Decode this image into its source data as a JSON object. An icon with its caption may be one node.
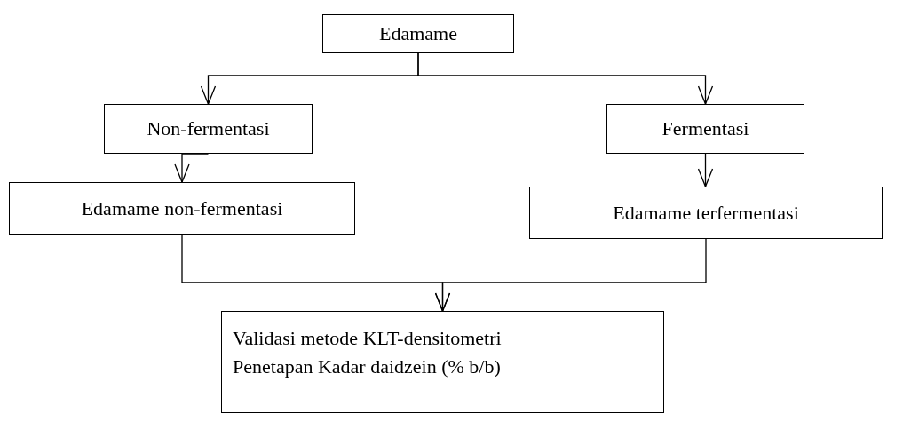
{
  "diagram": {
    "nodes": [
      {
        "text": [
          "Edamame"
        ]
      },
      {
        "text": [
          "Non-fermentasi"
        ]
      },
      {
        "text": [
          "Fermentasi"
        ]
      },
      {
        "text": [
          "Edamame non-fermentasi"
        ]
      },
      {
        "text": [
          "Edamame terfermentasi"
        ]
      },
      {
        "text": [
          "Validasi metode KLT-densitometri",
          "Penetapan Kadar daidzein (% b/b)"
        ]
      }
    ],
    "edges": [
      {
        "from": 0,
        "to": 1,
        "arrow": "to"
      },
      {
        "from": 0,
        "to": 2,
        "arrow": "to"
      },
      {
        "from": 1,
        "to": 3,
        "arrow": "to"
      },
      {
        "from": 2,
        "to": 4,
        "arrow": "to"
      },
      {
        "from": 3,
        "to": 5,
        "arrow": "to"
      },
      {
        "from": 4,
        "to": 5,
        "arrow": "to"
      }
    ]
  }
}
